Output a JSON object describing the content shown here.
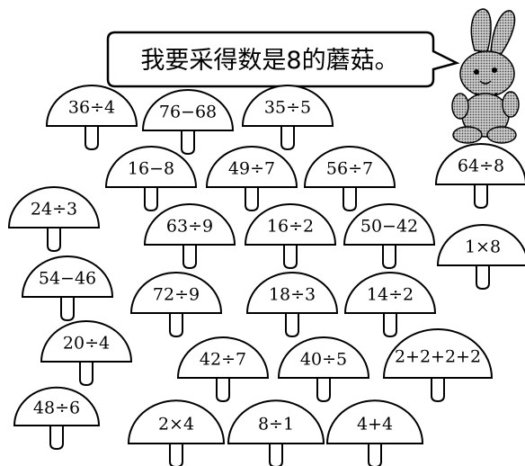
{
  "speech": {
    "text": "我要采得数是8的蘑菇。"
  },
  "colors": {
    "ink": "#000000",
    "paper": "#ffffff",
    "bunny_shade": "#8a8a8a"
  },
  "mascot": {
    "icon": "rabbit-icon"
  },
  "mushrooms": [
    {
      "id": "36-div-4",
      "label": "36÷4"
    },
    {
      "id": "76-minus-68",
      "label": "76−68"
    },
    {
      "id": "35-div-5",
      "label": "35÷5"
    },
    {
      "id": "16-minus-8",
      "label": "16−8"
    },
    {
      "id": "49-div-7",
      "label": "49÷7"
    },
    {
      "id": "56-div-7",
      "label": "56÷7"
    },
    {
      "id": "64-div-8",
      "label": "64÷8"
    },
    {
      "id": "24-div-3",
      "label": "24÷3"
    },
    {
      "id": "63-div-9",
      "label": "63÷9"
    },
    {
      "id": "16-div-2",
      "label": "16÷2"
    },
    {
      "id": "50-minus-42",
      "label": "50−42"
    },
    {
      "id": "1-times-8",
      "label": "1×8"
    },
    {
      "id": "54-minus-46",
      "label": "54−46"
    },
    {
      "id": "72-div-9",
      "label": "72÷9"
    },
    {
      "id": "18-div-3",
      "label": "18÷3"
    },
    {
      "id": "14-div-2",
      "label": "14÷2"
    },
    {
      "id": "20-div-4",
      "label": "20÷4"
    },
    {
      "id": "42-div-7",
      "label": "42÷7"
    },
    {
      "id": "40-div-5",
      "label": "40÷5"
    },
    {
      "id": "2-2-2-2",
      "label": "2+2+2+2"
    },
    {
      "id": "48-div-6",
      "label": "48÷6"
    },
    {
      "id": "2-times-4",
      "label": "2×4"
    },
    {
      "id": "8-div-1",
      "label": "8÷1"
    },
    {
      "id": "4-plus-4",
      "label": "4+4"
    }
  ]
}
